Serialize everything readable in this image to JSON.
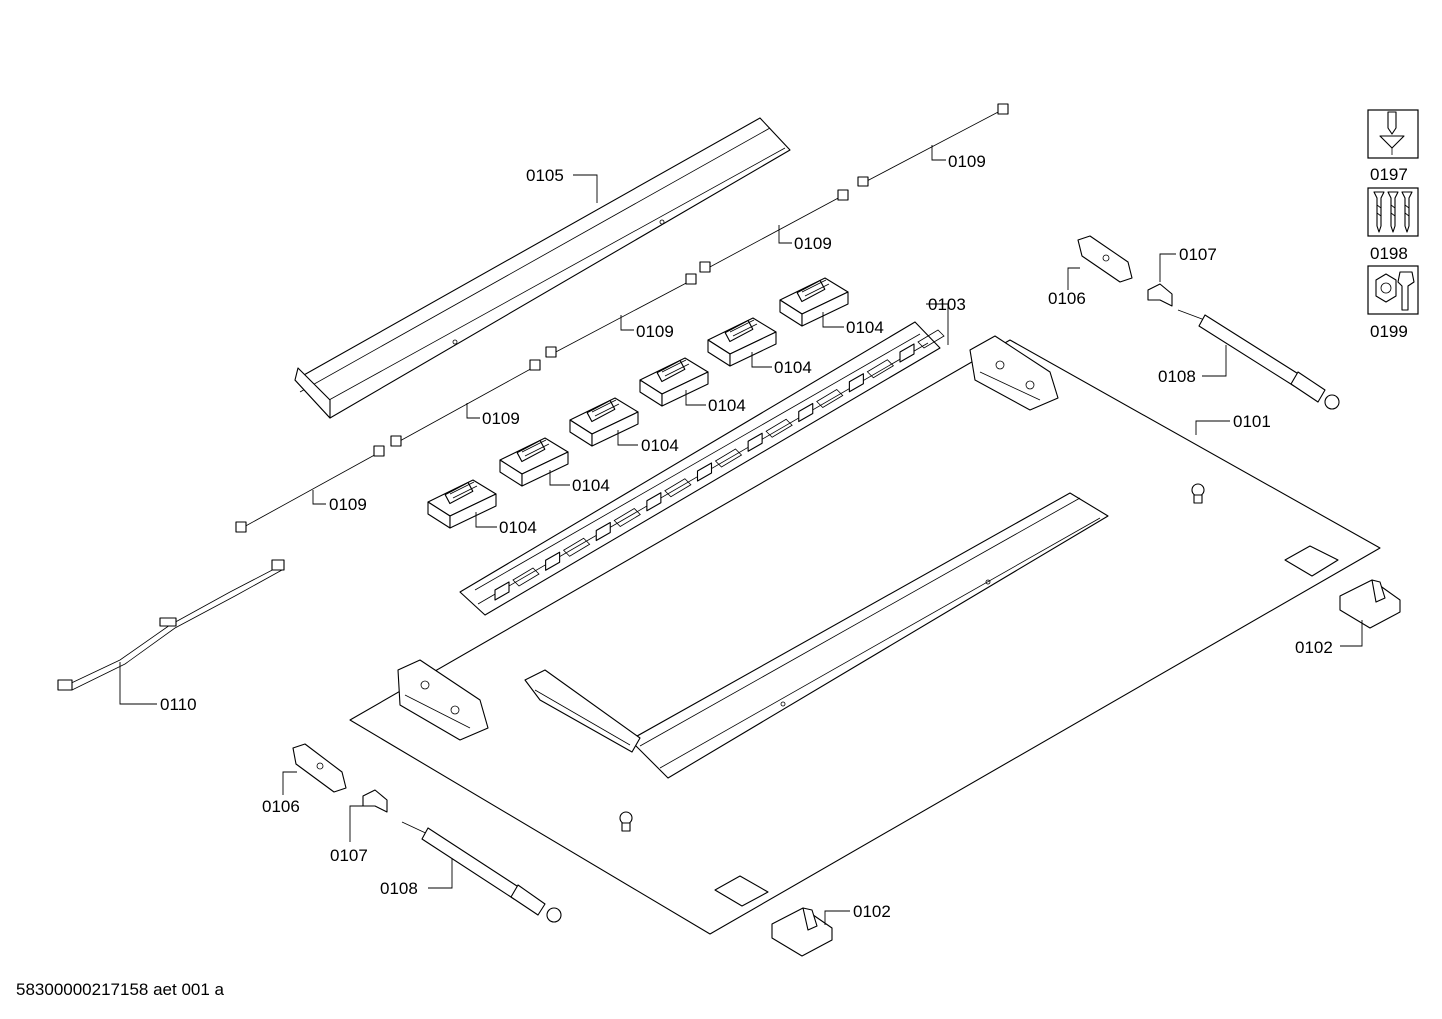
{
  "labels": {
    "p0101": "0101",
    "p0102a": "0102",
    "p0102b": "0102",
    "p0103": "0103",
    "p0104a": "0104",
    "p0104b": "0104",
    "p0104c": "0104",
    "p0104d": "0104",
    "p0104e": "0104",
    "p0104f": "0104",
    "p0105": "0105",
    "p0106a": "0106",
    "p0106b": "0106",
    "p0107a": "0107",
    "p0107b": "0107",
    "p0108a": "0108",
    "p0108b": "0108",
    "p0109a": "0109",
    "p0109b": "0109",
    "p0109c": "0109",
    "p0109d": "0109",
    "p0109e": "0109",
    "p0110": "0110"
  },
  "legend_icons": [
    {
      "code": "0197",
      "icon": "screwdriver-screw-icon"
    },
    {
      "code": "0198",
      "icon": "screws-icon"
    },
    {
      "code": "0199",
      "icon": "nut-wrench-icon"
    }
  ],
  "footer": {
    "code": "58300000217158 aet 001 a"
  }
}
